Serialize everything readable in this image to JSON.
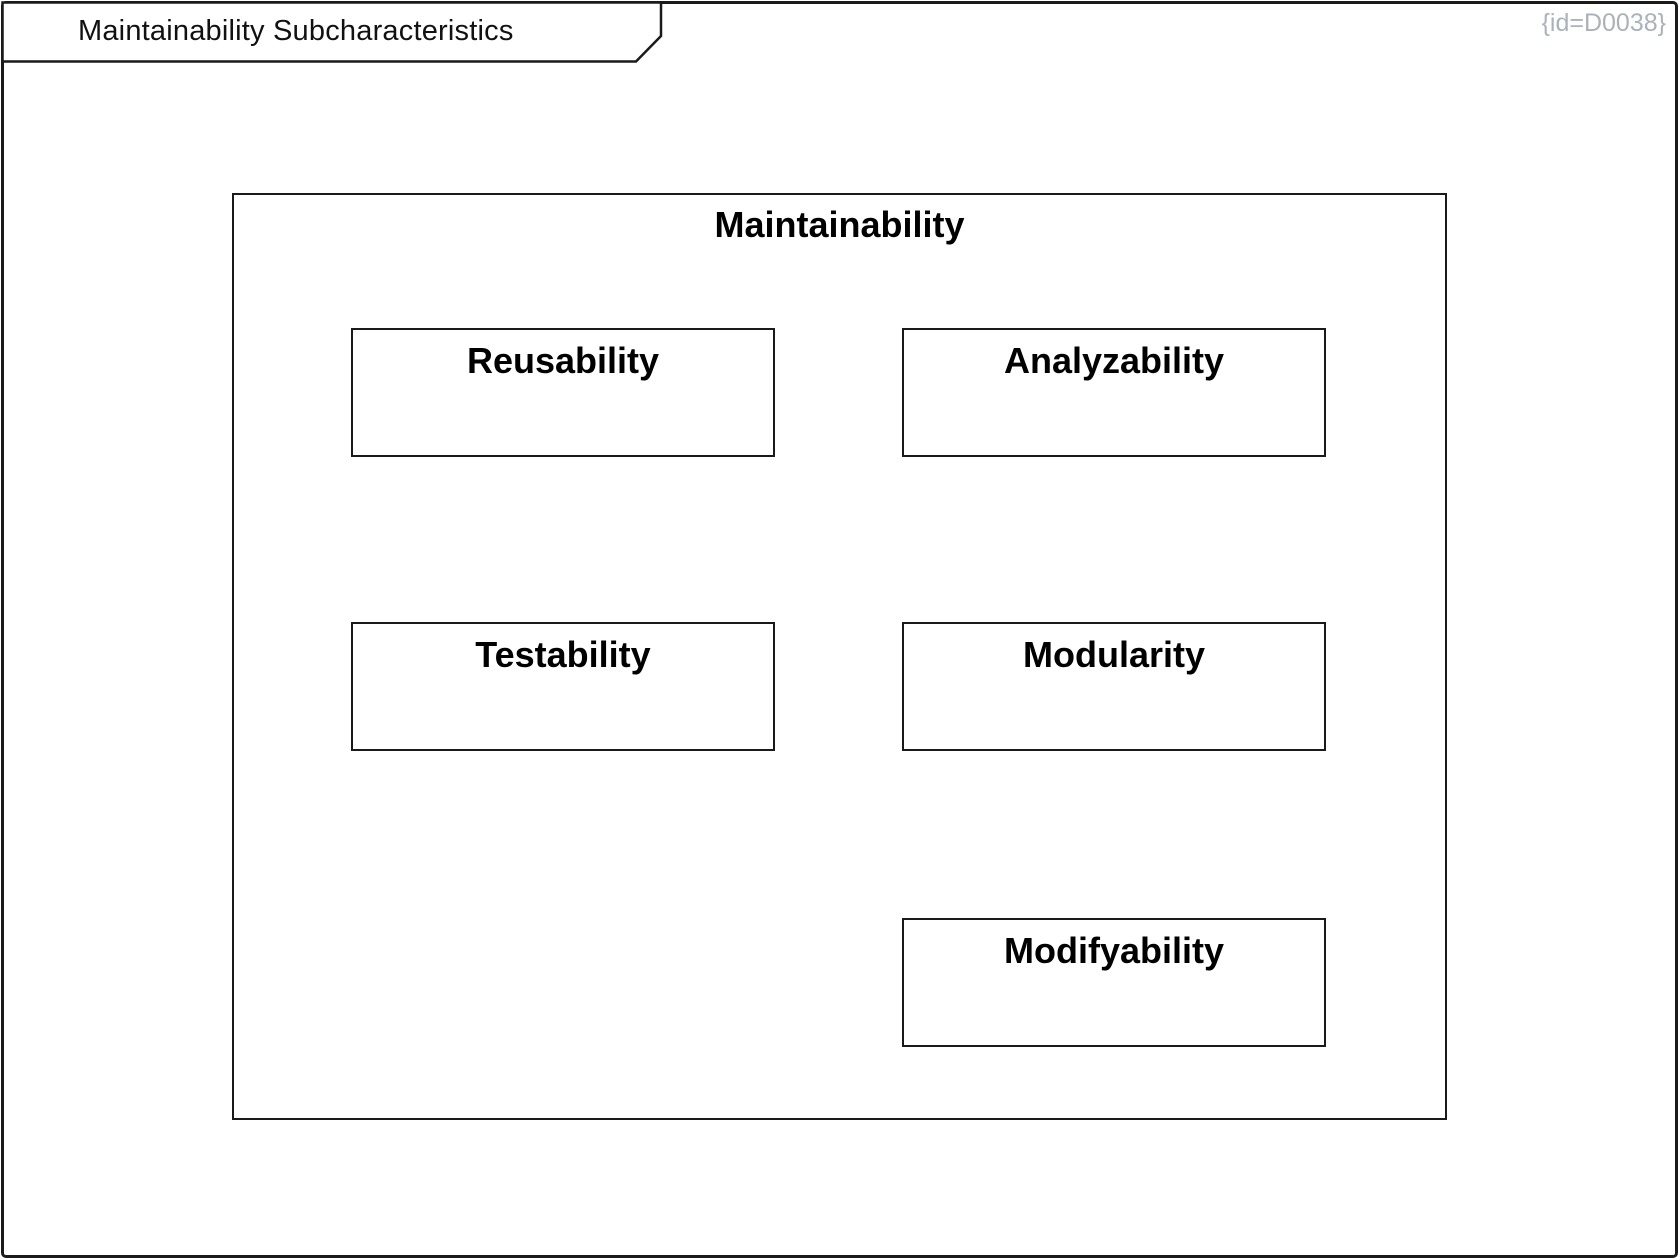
{
  "frame": {
    "title": "Maintainability Subcharacteristics",
    "id_tag": "{id=D0038}"
  },
  "diagram": {
    "parent": {
      "label": "Maintainability"
    },
    "children": [
      {
        "label": "Reusability"
      },
      {
        "label": "Analyzability"
      },
      {
        "label": "Testability"
      },
      {
        "label": "Modularity"
      },
      {
        "label": "Modifyability"
      }
    ]
  },
  "colors": {
    "border": "#1a1a1a",
    "background": "#ffffff",
    "label_text": "#000000",
    "id_tag_text": "#aab2ba"
  }
}
